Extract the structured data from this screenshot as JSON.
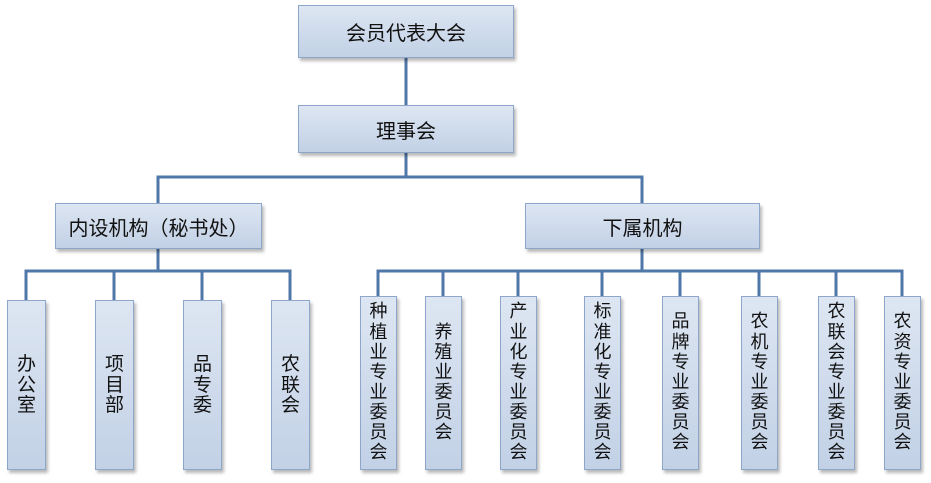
{
  "org": {
    "top": "会员代表大会",
    "council": "理事会",
    "internal": "内设机构（秘书处）",
    "subordinate": "下属机构",
    "internal_units": [
      "办公室",
      "项目部",
      "品专委",
      "农联会"
    ],
    "subordinate_units": [
      "种植业专业委员会",
      "养殖业委员会",
      "产业化专业委员会",
      "标准化专业委员会",
      "品牌专业委员会",
      "农机专业委员会",
      "农联会专业委员会",
      "农资专业委员会"
    ]
  },
  "colors": {
    "box_top": "#dde6f2",
    "box_bottom": "#c2d1e6",
    "box_border": "#8ea6c8",
    "connector": "#4f77a8"
  }
}
